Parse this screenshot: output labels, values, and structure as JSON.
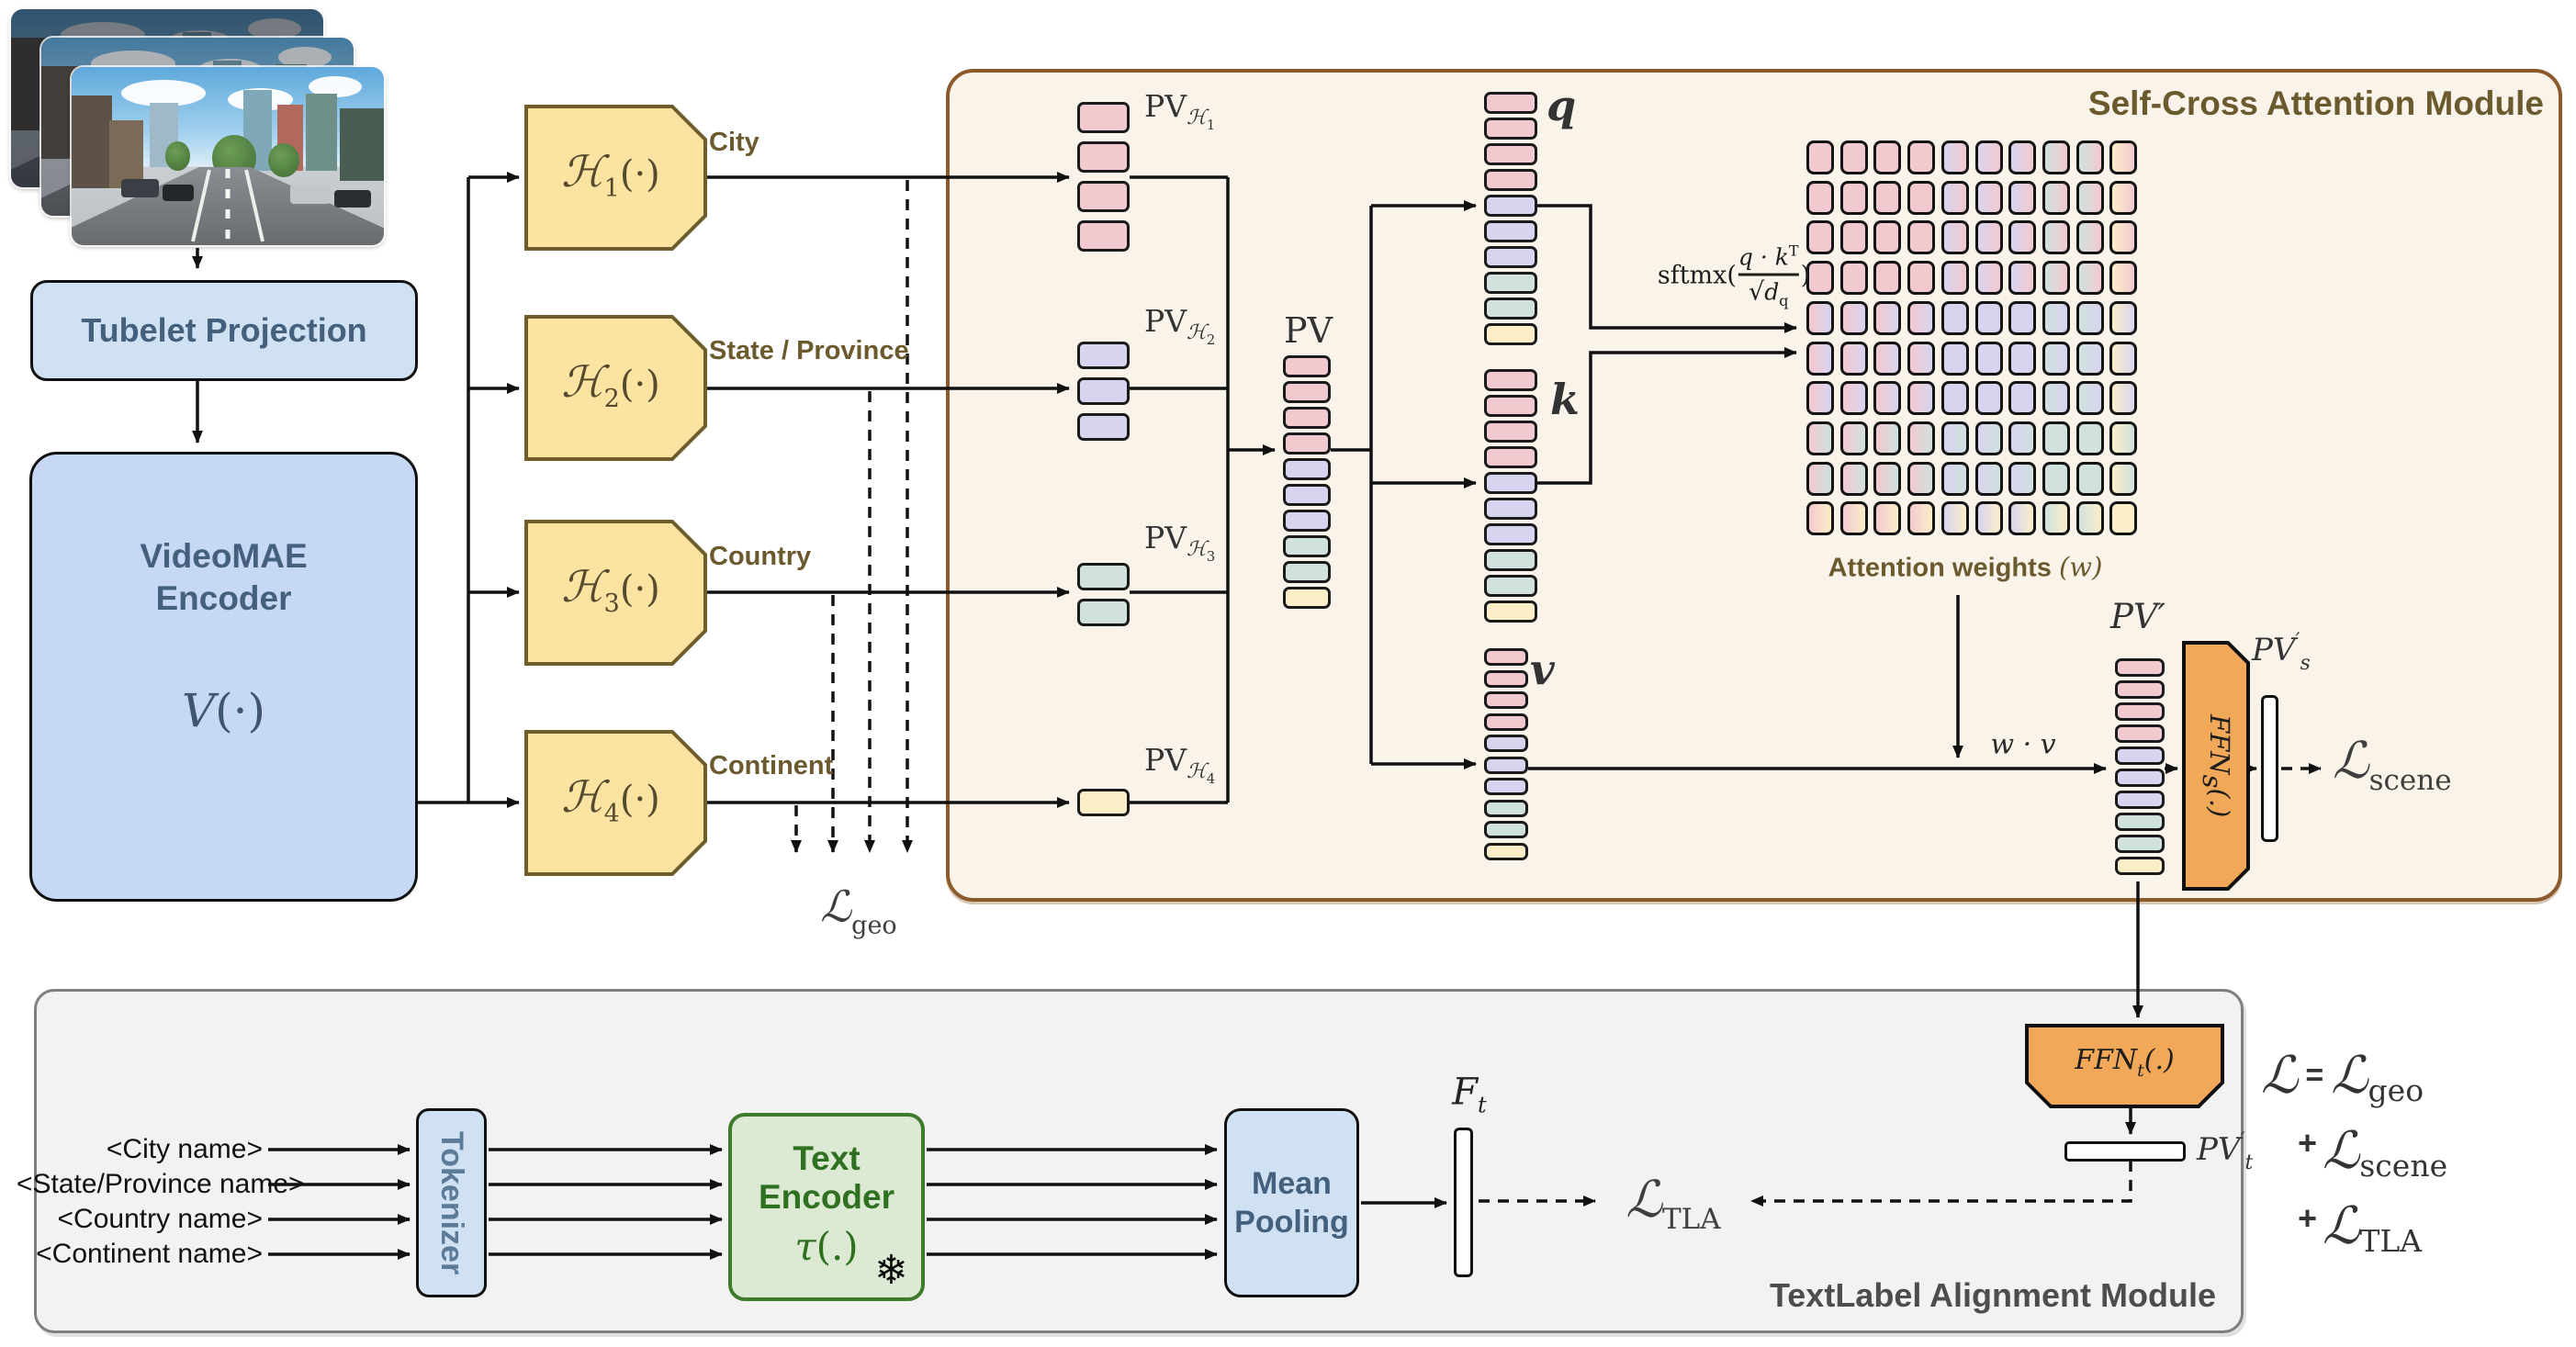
{
  "colors": {
    "city_token": "#F2C9CF",
    "state_token": "#D8D4EF",
    "country_token": "#D0E1DE",
    "continent_token": "#FCEEC9",
    "head_fill": "#FBE3A2",
    "head_border": "#6F5D2B",
    "module_fill": "#FAF3EA",
    "module_border": "#8A5A2B",
    "tla_fill": "#F2F2F3",
    "tla_border": "#7F7F7F",
    "ffn_fill": "#F2A859",
    "blue_fill": "#CFE1F3",
    "videomae_fill": "#C6D8F4",
    "green_fill": "#DCEAD4",
    "green_border": "#3E7B2A",
    "slate_text": "#44607C",
    "olive_text": "#6B5A2E"
  },
  "input": {
    "tubelet_label": "Tubelet Projection",
    "videomae_label_1": "VideoMAE",
    "videomae_label_2": "Encoder",
    "videomae_symbol": "V",
    "videomae_args": "(·)"
  },
  "heads": [
    {
      "sym": "ℋ",
      "idx": "1",
      "args": "(·)",
      "level": "City"
    },
    {
      "sym": "ℋ",
      "idx": "2",
      "args": "(·)",
      "level": "State / Province"
    },
    {
      "sym": "ℋ",
      "idx": "3",
      "args": "(·)",
      "level": "Country"
    },
    {
      "sym": "ℋ",
      "idx": "4",
      "args": "(·)",
      "level": "Continent"
    }
  ],
  "losses": {
    "geo": {
      "sym": "ℒ",
      "sub": "geo"
    },
    "scene": {
      "sym": "ℒ",
      "sub": "scene"
    },
    "tla": {
      "sym": "ℒ",
      "sub": "TLA"
    }
  },
  "sca": {
    "title": "Self-Cross Attention Module",
    "pv_stacks": [
      {
        "base": "PV",
        "sub_sym": "ℋ",
        "sub_idx": "1"
      },
      {
        "base": "PV",
        "sub_sym": "ℋ",
        "sub_idx": "2"
      },
      {
        "base": "PV",
        "sub_sym": "ℋ",
        "sub_idx": "3"
      },
      {
        "base": "PV",
        "sub_sym": "ℋ",
        "sub_idx": "4"
      }
    ],
    "pv_label": "PV",
    "q_label": "q",
    "k_label": "k",
    "v_label": "v",
    "softmax": {
      "fn": "sftmx(",
      "num_main": "q · k",
      "num_sup": "T",
      "den_root": "√",
      "den_main": "d",
      "den_sub": "q",
      "close": ")"
    },
    "attention_caption": "Attention weights ",
    "attention_caption_sym": "(w)",
    "wv_label": "w · v",
    "pv_prime_label": "PV′",
    "ffn_s": {
      "base": "FFN",
      "sub": "s",
      "args": "(.)"
    },
    "pv_s": {
      "base": "PV",
      "sup": "′",
      "sub": "s"
    }
  },
  "tla": {
    "title": "TextLabel Alignment Module",
    "inputs": [
      "<City name>",
      "<State/Province name>",
      "<Country name>",
      "<Continent name>"
    ],
    "tokenizer_label": "Tokenizer",
    "text_encoder": {
      "title": "Text Encoder",
      "sym": "τ",
      "args": "(.)",
      "frozen_icon": "❄"
    },
    "mean_pooling_1": "Mean",
    "mean_pooling_2": "Pooling",
    "f_t": {
      "base": "F",
      "sub": "t"
    },
    "ffn_t": {
      "base": "FFN",
      "sub": "t",
      "args": "(.)"
    },
    "pv_t": {
      "base": "PV",
      "sup": "′",
      "sub": "t"
    }
  },
  "equation": {
    "lhs": "ℒ",
    "eq": "=",
    "line1": {
      "plus": "",
      "sym": "ℒ",
      "sub": "geo"
    },
    "line2": {
      "plus": "+",
      "sym": "ℒ",
      "sub": "scene"
    },
    "line3": {
      "plus": "+",
      "sym": "ℒ",
      "sub": "TLA"
    }
  },
  "stacks": {
    "pvh1": [
      "city",
      "city",
      "city",
      "city"
    ],
    "pvh2": [
      "state",
      "state",
      "state"
    ],
    "pvh3": [
      "country",
      "country"
    ],
    "pvh4": [
      "continent"
    ],
    "pv": [
      "city",
      "city",
      "city",
      "city",
      "state",
      "state",
      "state",
      "country",
      "country",
      "continent"
    ],
    "q": [
      "city",
      "city",
      "city",
      "city",
      "state",
      "state",
      "state",
      "country",
      "country",
      "continent"
    ],
    "k": [
      "city",
      "city",
      "city",
      "city",
      "state",
      "state",
      "state",
      "country",
      "country",
      "continent"
    ],
    "v": [
      "city",
      "city",
      "city",
      "city",
      "state",
      "state",
      "state",
      "country",
      "country",
      "continent"
    ],
    "pv_prime": [
      "city",
      "city",
      "city",
      "city",
      "state",
      "state",
      "state",
      "country",
      "country",
      "continent"
    ]
  },
  "attention_grid": {
    "rows": 10,
    "cols": 10,
    "sequence": [
      "city",
      "city",
      "city",
      "city",
      "state",
      "state",
      "state",
      "country",
      "country",
      "continent"
    ]
  }
}
